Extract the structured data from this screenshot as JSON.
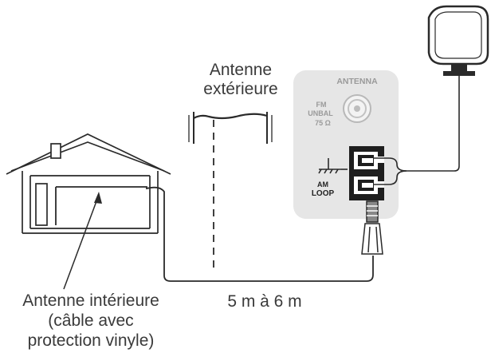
{
  "labels": {
    "outdoor_antenna_line1": "Antenne",
    "outdoor_antenna_line2": "extérieure",
    "indoor_antenna_line1": "Antenne intérieure",
    "indoor_antenna_line2": "(câble avec",
    "indoor_antenna_line3": "protection vinyle)",
    "distance": "5 m à 6 m"
  },
  "panel": {
    "title": "ANTENNA",
    "fm_line1": "FM",
    "fm_line2": "UNBAL",
    "fm_line3": "75 Ω",
    "am_line1": "AM",
    "am_line2": "LOOP"
  },
  "colors": {
    "line": "#2a2a2a",
    "panel_bg": "#e6e6e6",
    "panel_text": "#9a9a9a"
  }
}
